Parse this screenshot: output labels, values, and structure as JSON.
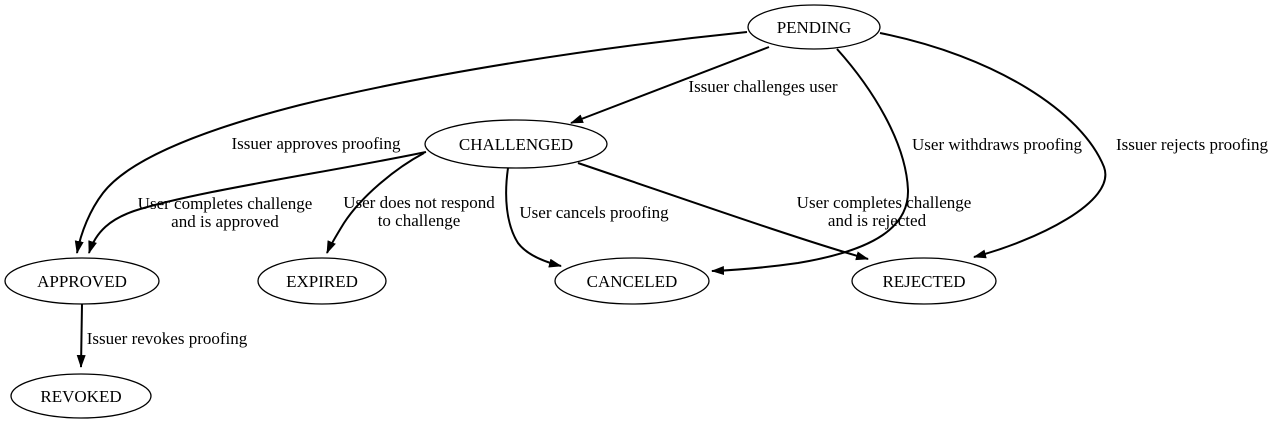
{
  "diagram": {
    "type": "state-machine-graph",
    "colors": {
      "background": "#ffffff",
      "node_fill": "#ffffff",
      "stroke": "#000000",
      "text": "#000000"
    },
    "nodes": [
      {
        "id": "pending",
        "label": "PENDING"
      },
      {
        "id": "challenged",
        "label": "CHALLENGED"
      },
      {
        "id": "approved",
        "label": "APPROVED"
      },
      {
        "id": "expired",
        "label": "EXPIRED"
      },
      {
        "id": "canceled",
        "label": "CANCELED"
      },
      {
        "id": "rejected",
        "label": "REJECTED"
      },
      {
        "id": "revoked",
        "label": "REVOKED"
      }
    ],
    "edges": [
      {
        "from": "PENDING",
        "to": "CHALLENGED",
        "label_lines": [
          "Issuer challenges user"
        ]
      },
      {
        "from": "PENDING",
        "to": "APPROVED",
        "label_lines": [
          "Issuer approves proofing"
        ]
      },
      {
        "from": "PENDING",
        "to": "CANCELED",
        "label_lines": [
          "User withdraws proofing"
        ]
      },
      {
        "from": "PENDING",
        "to": "REJECTED",
        "label_lines": [
          "Issuer rejects proofing"
        ]
      },
      {
        "from": "CHALLENGED",
        "to": "APPROVED",
        "label_lines": [
          "User completes challenge",
          "and is approved"
        ]
      },
      {
        "from": "CHALLENGED",
        "to": "EXPIRED",
        "label_lines": [
          "User does not respond",
          "to challenge"
        ]
      },
      {
        "from": "CHALLENGED",
        "to": "CANCELED",
        "label_lines": [
          "User cancels proofing"
        ]
      },
      {
        "from": "CHALLENGED",
        "to": "REJECTED",
        "label_lines": [
          "User completes challenge",
          "and is rejected"
        ]
      },
      {
        "from": "APPROVED",
        "to": "REVOKED",
        "label_lines": [
          "Issuer revokes proofing"
        ]
      }
    ]
  }
}
